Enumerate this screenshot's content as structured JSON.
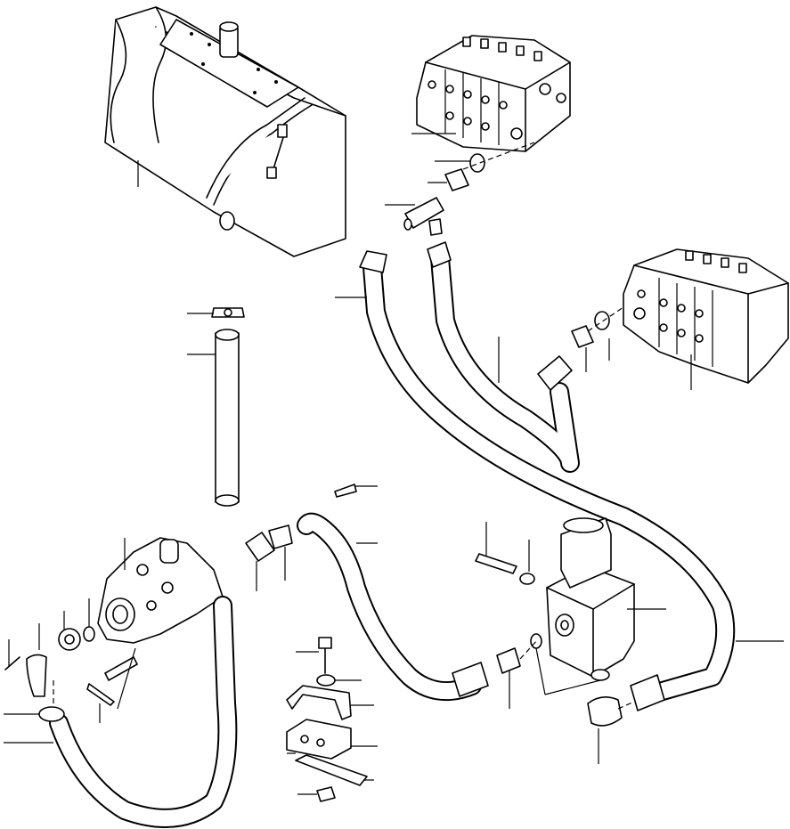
{
  "diagram": {
    "parts": [
      "hydraulic-tank",
      "control-valve-upper",
      "control-valve-right",
      "pressure-hose-long",
      "return-hose",
      "suction-tube",
      "hose-clamp",
      "hydraulic-pump",
      "suction-hose",
      "valve-block-solenoid",
      "elbow-fitting",
      "hose-mid",
      "hose-bracket",
      "clamp-plate"
    ]
  }
}
